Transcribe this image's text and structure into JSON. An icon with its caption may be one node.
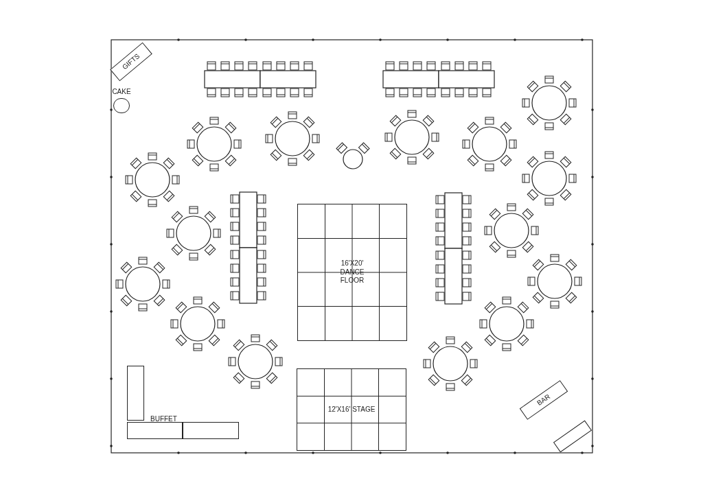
{
  "diagram": {
    "nodes": [
      {
        "text": [
          "GIFTS"
        ]
      },
      {
        "text": [
          "CAKE"
        ]
      },
      {
        "text": [
          "16'X20' DANCE FLOOR"
        ]
      },
      {
        "text": [
          "12'X16' STAGE"
        ]
      },
      {
        "text": [
          "BUFFET"
        ]
      },
      {
        "text": [
          "BAR"
        ]
      },
      {
        "text": [],
        "shape": "box"
      },
      {
        "text": [],
        "shape": "box",
        "in": 4
      },
      {
        "text": [],
        "shape": "box",
        "in": 4
      },
      {
        "text": [],
        "shape": "box",
        "in": 4
      }
    ]
  }
}
